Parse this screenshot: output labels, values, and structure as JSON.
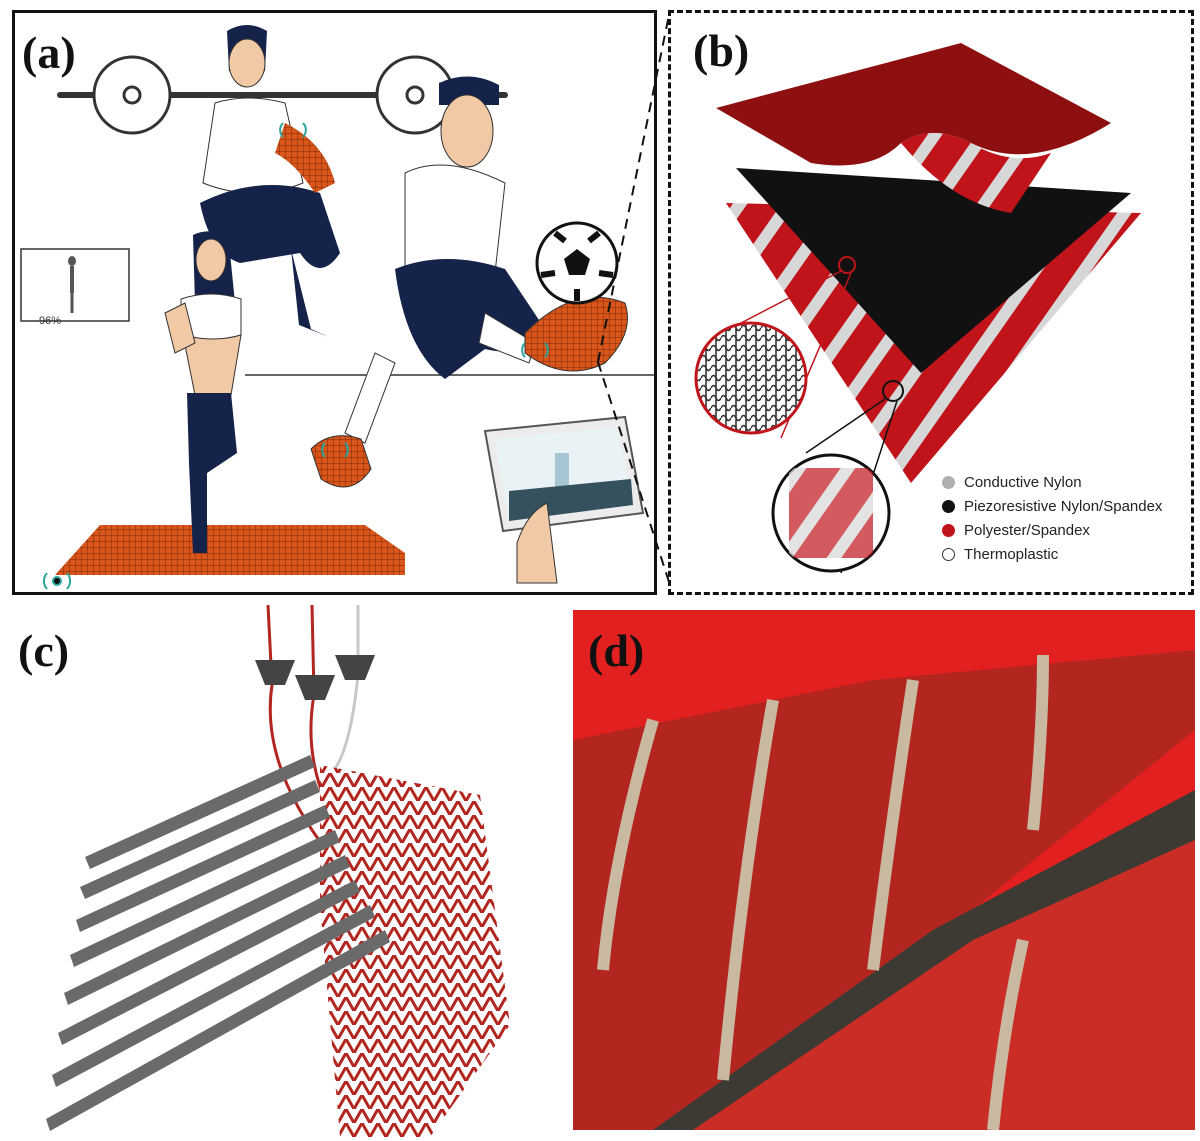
{
  "panels": {
    "a": {
      "label": "(a)",
      "monitor_percent": "96%"
    },
    "b": {
      "label": "(b)"
    },
    "c": {
      "label": "(c)"
    },
    "d": {
      "label": "(d)"
    }
  },
  "legend": [
    {
      "text": "Conductive Nylon",
      "color": "#b0b0b0"
    },
    {
      "text": "Piezoresistive Nylon/Spandex",
      "color": "#111111"
    },
    {
      "text": "Polyester/Spandex",
      "color": "#c0141a"
    },
    {
      "text": "Thermoplastic",
      "color": "#ffffff"
    }
  ],
  "colors": {
    "fabric_red": "#b3261f",
    "pattern_orange": "#d9551a",
    "navy": "#15224a",
    "piezo_black": "#111111",
    "conductive_gray": "#b0b0b0"
  }
}
